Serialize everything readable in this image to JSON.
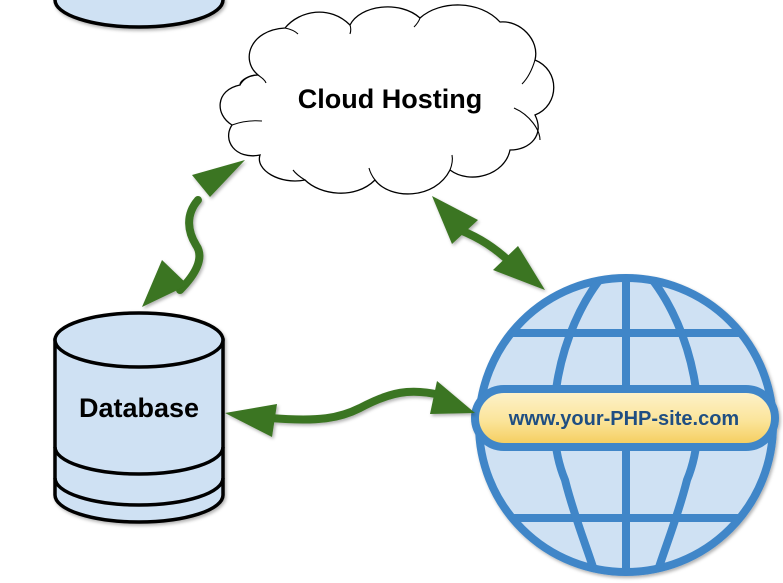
{
  "diagram": {
    "nodes": {
      "cloud": {
        "label": "Cloud Hosting",
        "icon": "cloud-icon"
      },
      "database": {
        "label": "Database",
        "icon": "database-icon"
      },
      "website": {
        "label": "www.your-PHP-site.com",
        "icon": "globe-icon"
      }
    },
    "connections": [
      {
        "from": "cloud",
        "to": "database",
        "type": "bidirectional"
      },
      {
        "from": "cloud",
        "to": "website",
        "type": "bidirectional"
      },
      {
        "from": "database",
        "to": "website",
        "type": "bidirectional"
      }
    ],
    "colors": {
      "arrow": "#3a7420",
      "globe_stroke": "#3f86c8",
      "globe_fill": "#cfe1f3",
      "database_fill": "#cfe1f3",
      "database_stroke": "#000000",
      "url_pill_top": "#fdf0c2",
      "url_pill_bottom": "#f5cf63",
      "url_text": "#1f4e82",
      "cloud_fill": "#ffffff",
      "cloud_stroke": "#000000"
    }
  }
}
